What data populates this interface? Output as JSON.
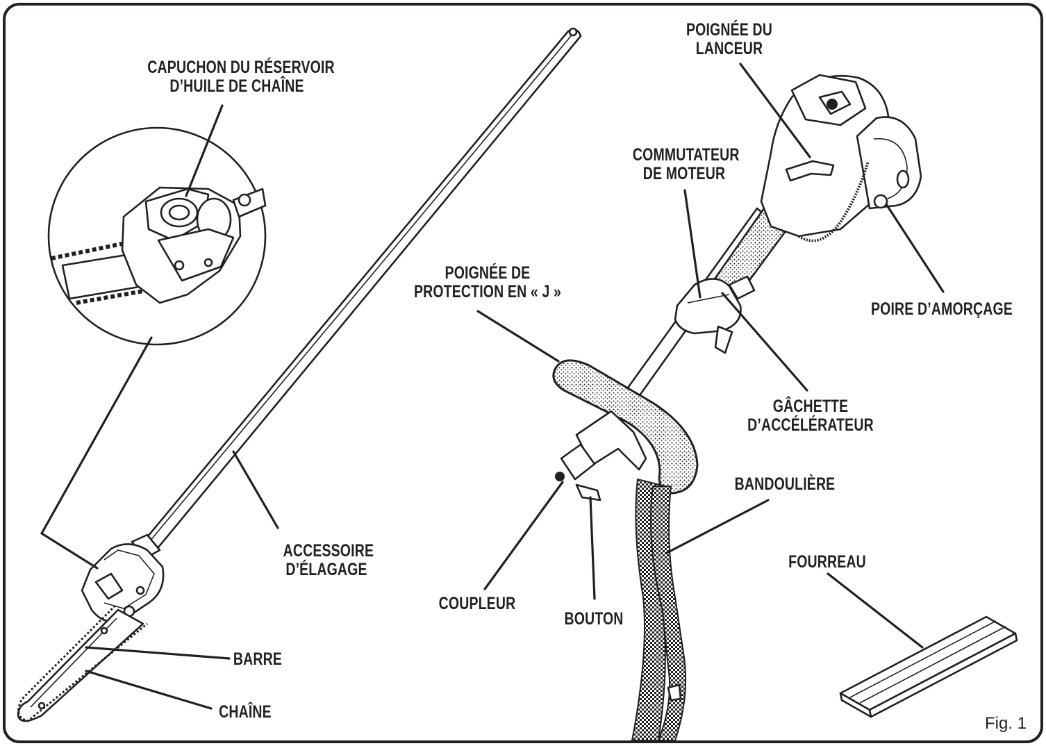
{
  "figure_label": "Fig. 1",
  "callouts": {
    "oil_cap": [
      "CAPUCHON DU RÉSERVOIR",
      "D’HUILE DE CHAÎNE"
    ],
    "starter_handle": [
      "POIGNÉE DU",
      "LANCEUR"
    ],
    "engine_switch": [
      "COMMUTATEUR",
      "DE MOTEUR"
    ],
    "primer_bulb": [
      "POIRE D’AMORÇAGE"
    ],
    "j_handle": [
      "POIGNÉE DE",
      "PROTECTION EN « J »"
    ],
    "throttle_trigger": [
      "GÂCHETTE",
      "D’ACCÉLÉRATEUR"
    ],
    "shoulder_strap": [
      "BANDOULIÈRE"
    ],
    "pruner_attachment": [
      "ACCESSOIRE",
      "D’ÉLAGAGE"
    ],
    "sheath": [
      "FOURREAU"
    ],
    "coupler": [
      "COUPLEUR"
    ],
    "knob": [
      "BOUTON"
    ],
    "bar": [
      "BARRE"
    ],
    "chain": [
      "CHAÎNE"
    ]
  },
  "colors": {
    "ink": "#231f20",
    "background": "#ffffff"
  }
}
